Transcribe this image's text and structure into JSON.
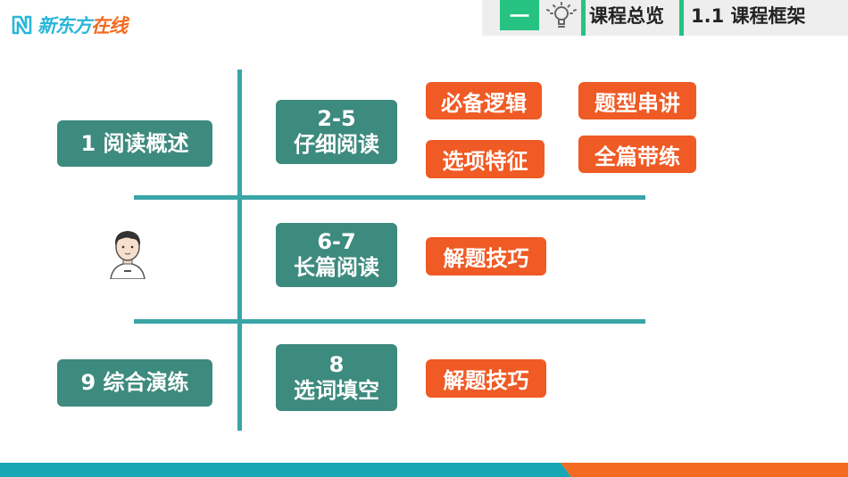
{
  "logo": {
    "text_main": "新东方",
    "text_accent": "在线"
  },
  "header": {
    "chapter": "一",
    "section": "课程总览",
    "subsection": "1.1 课程框架"
  },
  "rows": [
    {
      "left": "1 阅读概述",
      "mid_line1": "2-5",
      "mid_line2": "仔细阅读",
      "tags": [
        "必备逻辑",
        "题型串讲",
        "选项特征",
        "全篇带练"
      ]
    },
    {
      "left": "",
      "mid_line1": "6-7",
      "mid_line2": "长篇阅读",
      "tags": [
        "解题技巧"
      ]
    },
    {
      "left": "9 综合演练",
      "mid_line1": "8",
      "mid_line2": "选词填空",
      "tags": [
        "解题技巧"
      ]
    }
  ],
  "colors": {
    "teal_box": "#3d8a7e",
    "orange_box": "#f05a24",
    "grid_line": "#3aa5a7",
    "badge": "#26c281"
  }
}
